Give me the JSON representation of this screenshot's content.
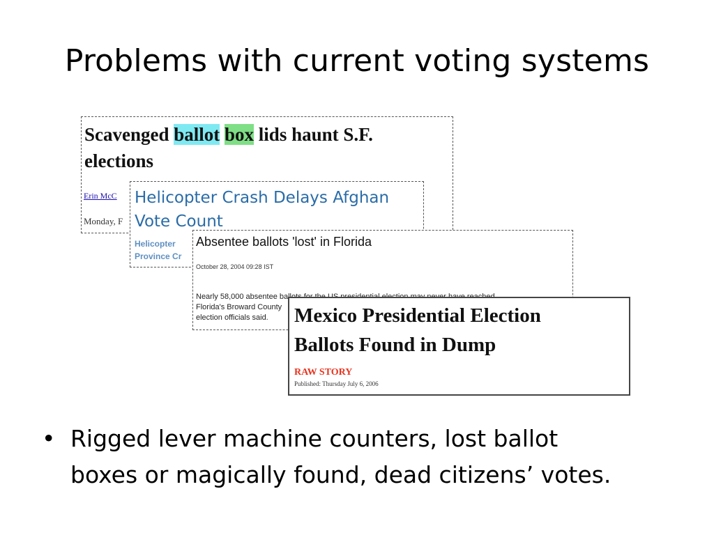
{
  "slide": {
    "title": "Problems with current voting systems"
  },
  "clippings": {
    "sf": {
      "headline_pre": "Scavenged ",
      "highlight_1": "ballot",
      "space": " ",
      "highlight_2": "box",
      "headline_post": " lids haunt S.F.",
      "headline_line2": "elections",
      "author": "Erin McC",
      "date": "Monday, F"
    },
    "afghan": {
      "headline_line1": "Helicopter Crash Delays Afghan",
      "headline_line2": "Vote Count",
      "sub_line1": "Helicopter",
      "sub_line2": "Province Cr"
    },
    "florida": {
      "headline": "Absentee ballots 'lost' in Florida",
      "date": "October 28, 2004 09:28 IST",
      "body": "Nearly 58,000 absentee ballots for the US presidential election may never have reached\nFlorida's Broward County\nelection officials said."
    },
    "mexico": {
      "headline_line1": "Mexico Presidential Election",
      "headline_line2": "Ballots Found in Dump",
      "source": "RAW STORY",
      "published": "Published: Thursday July 6, 2006"
    }
  },
  "bullets": [
    {
      "symbol": "•",
      "text": "Rigged lever machine counters, lost ballot\nboxes or magically found, dead citizens’ votes."
    }
  ],
  "colors": {
    "highlight_cyan": "#7fe9f2",
    "highlight_green": "#7fdf86",
    "afghan_blue": "#2a6ca8",
    "rawstory_red": "#e8341f"
  }
}
